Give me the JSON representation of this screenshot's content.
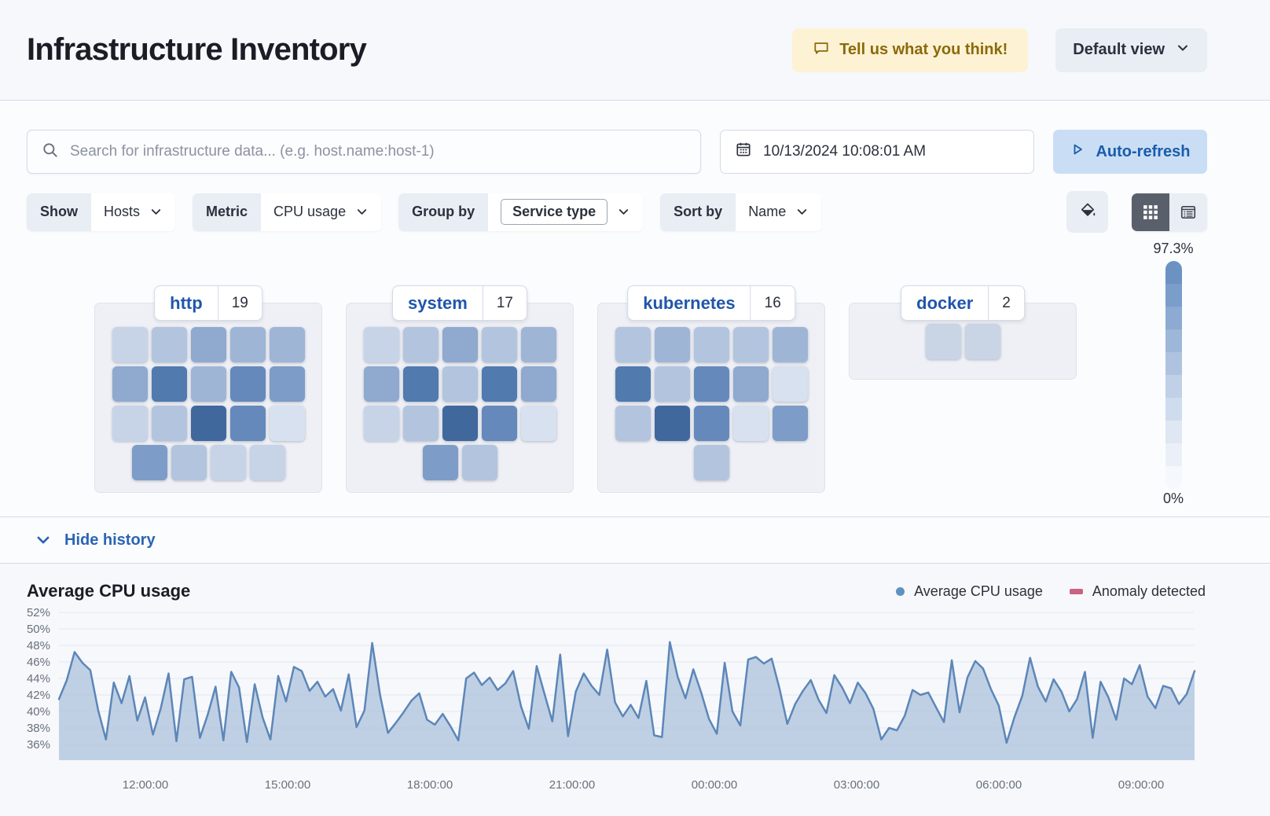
{
  "header": {
    "title": "Infrastructure Inventory",
    "feedback_label": "Tell us what you think!",
    "view_selector_label": "Default view"
  },
  "toolbar": {
    "search_placeholder": "Search for infrastructure data... (e.g. host.name:host-1)",
    "datetime": "10/13/2024 10:08:01 AM",
    "auto_refresh_label": "Auto-refresh"
  },
  "filters": {
    "show_label": "Show",
    "show_value": "Hosts",
    "metric_label": "Metric",
    "metric_value": "CPU usage",
    "group_by_label": "Group by",
    "group_by_value": "Service type",
    "sort_by_label": "Sort by",
    "sort_by_value": "Name"
  },
  "legend_scale": {
    "max": "97.3%",
    "min": "0%",
    "colors": [
      "#6b92c3",
      "#7b9dca",
      "#8caad2",
      "#9db7d9",
      "#aec3e0",
      "#bfd0e7",
      "#cfdcee",
      "#dfe7f3",
      "#ebf0f8",
      "#f5f8fc"
    ]
  },
  "waffle": {
    "groups": [
      {
        "name": "http",
        "count": "19",
        "rows": [
          [
            "#c7d4e7",
            "#b3c4de",
            "#8fa9cf",
            "#9fb5d6",
            "#9fb5d6"
          ],
          [
            "#8fa9cf",
            "#517aae",
            "#9fb5d6",
            "#6589bb",
            "#7d9cc7"
          ],
          [
            "#c7d4e7",
            "#b3c4de",
            "#40689d",
            "#6589bb",
            "#d7e1ef"
          ],
          [
            "#7d9cc7",
            "#b3c4de",
            "#c7d4e7",
            "#c7d4e7"
          ]
        ]
      },
      {
        "name": "system",
        "count": "17",
        "rows": [
          [
            "#c7d4e7",
            "#b3c4de",
            "#8fa9cf",
            "#b3c4de",
            "#9fb5d6"
          ],
          [
            "#8fa9cf",
            "#517aae",
            "#b3c4de",
            "#517aae",
            "#8fa9cf"
          ],
          [
            "#c7d4e7",
            "#b3c4de",
            "#40689d",
            "#6589bb",
            "#d7e1ef"
          ],
          [
            "#7d9cc7",
            "#b3c4de"
          ]
        ]
      },
      {
        "name": "kubernetes",
        "count": "16",
        "rows": [
          [
            "#b3c4de",
            "#9fb5d6",
            "#b3c4de",
            "#b3c4de",
            "#9fb5d6"
          ],
          [
            "#517aae",
            "#b3c4de",
            "#6589bb",
            "#8fa9cf",
            "#d7e1ef"
          ],
          [
            "#b3c4de",
            "#40689d",
            "#6589bb",
            "#d7e1ef",
            "#7d9cc7"
          ],
          [
            "#b3c4de"
          ]
        ]
      },
      {
        "name": "docker",
        "count": "2",
        "rows": [
          [
            "#c9d5e5",
            "#c9d5e5"
          ]
        ]
      }
    ]
  },
  "history": {
    "toggle_label": "Hide history"
  },
  "chart_data": {
    "type": "area",
    "title": "Average CPU usage",
    "legend": [
      {
        "label": "Average CPU usage",
        "marker": "dot",
        "color": "#6092c0"
      },
      {
        "label": "Anomaly detected",
        "marker": "dash",
        "color": "#cb6181"
      }
    ],
    "ylim": [
      36,
      52
    ],
    "ytick_labels": [
      "52%",
      "50%",
      "48%",
      "46%",
      "44%",
      "42%",
      "40%",
      "38%",
      "36%"
    ],
    "xtick_labels": [
      "12:00:00",
      "15:00:00",
      "18:00:00",
      "21:00:00",
      "00:00:00",
      "03:00:00",
      "06:00:00",
      "09:00:00"
    ],
    "unit": "%",
    "line_color": "#5d86b8",
    "fill_color": "#b1c5de",
    "values": [
      41.5,
      43.8,
      47.2,
      45.9,
      45.0,
      40.2,
      36.6,
      43.5,
      41.0,
      44.3,
      38.9,
      41.7,
      37.2,
      40.4,
      44.6,
      36.4,
      43.9,
      44.2,
      36.8,
      39.6,
      43.0,
      36.5,
      44.8,
      42.9,
      36.3,
      43.3,
      39.3,
      36.6,
      44.3,
      41.2,
      45.4,
      44.9,
      42.5,
      43.6,
      41.8,
      42.7,
      40.1,
      44.5,
      38.1,
      40.1,
      48.3,
      42.0,
      37.4,
      38.6,
      39.9,
      41.3,
      42.2,
      39.0,
      38.4,
      39.7,
      38.2,
      36.5,
      44.0,
      44.7,
      43.2,
      44.1,
      42.6,
      43.4,
      44.9,
      40.6,
      37.9,
      45.5,
      42.1,
      38.8,
      46.9,
      37.0,
      42.4,
      44.6,
      43.1,
      42.0,
      47.5,
      41.1,
      39.4,
      40.8,
      39.2,
      43.7,
      37.1,
      36.9,
      48.4,
      44.2,
      41.6,
      45.1,
      42.3,
      39.1,
      37.3,
      45.9,
      40.0,
      38.3,
      46.3,
      46.6,
      45.8,
      46.4,
      42.8,
      38.5,
      40.9,
      42.5,
      43.8,
      41.4,
      39.8,
      44.4,
      42.9,
      41.0,
      43.5,
      42.2,
      40.3,
      36.6,
      38.0,
      37.7,
      39.5,
      42.6,
      42.0,
      42.3,
      40.5,
      38.7,
      46.2,
      39.9,
      44.1,
      46.1,
      45.2,
      42.7,
      40.7,
      36.2,
      39.3,
      41.9,
      46.5,
      43.0,
      41.2,
      43.9,
      42.4,
      40.0,
      41.5,
      44.8,
      36.8,
      43.6,
      41.7,
      39.0,
      44.0,
      43.3,
      45.6,
      41.8,
      40.4,
      43.1,
      42.8,
      40.9,
      42.1,
      44.9
    ]
  }
}
